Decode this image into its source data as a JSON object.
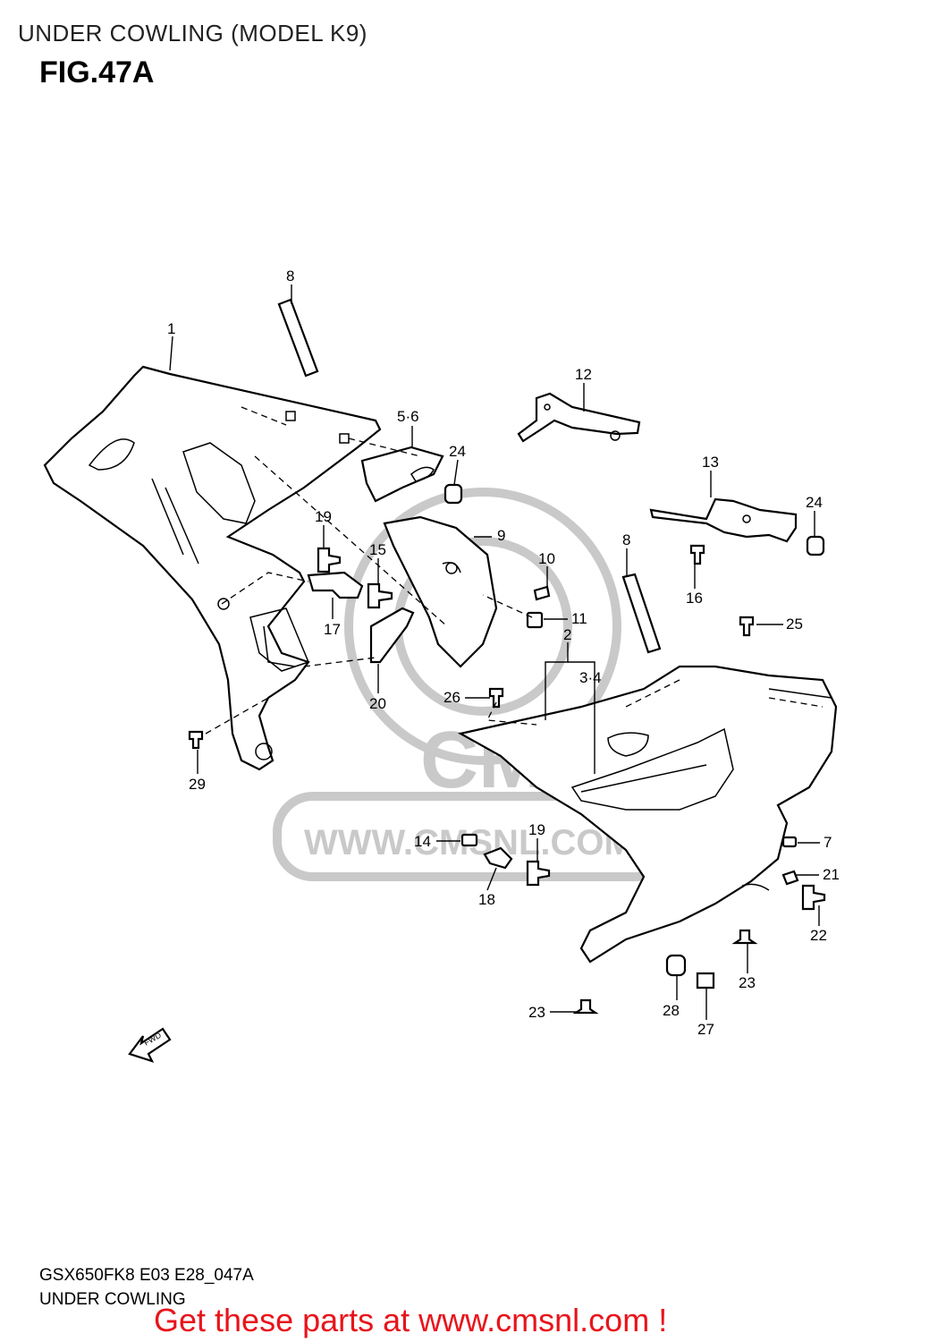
{
  "header": {
    "title": "UNDER COWLING (MODEL K9)",
    "figure": "FIG.47A"
  },
  "callouts": [
    "8",
    "1",
    "12",
    "5·6",
    "24",
    "13",
    "24",
    "19",
    "15",
    "9",
    "10",
    "8",
    "16",
    "17",
    "11",
    "25",
    "2",
    "3·4",
    "26",
    "20",
    "29",
    "14",
    "19",
    "7",
    "18",
    "21",
    "22",
    "23",
    "28",
    "27",
    "23"
  ],
  "forward_label": "FWD",
  "watermark": {
    "brand": "CMS",
    "url": "WWW.CMSNL.COM"
  },
  "footer": {
    "code": "GSX650FK8 E03 E28_047A",
    "name": "UNDER COWLING"
  },
  "promo": "Get these parts at www.cmsnl.com !",
  "colors": {
    "promo": "#e8141b",
    "watermark": "#c9c9c9"
  }
}
